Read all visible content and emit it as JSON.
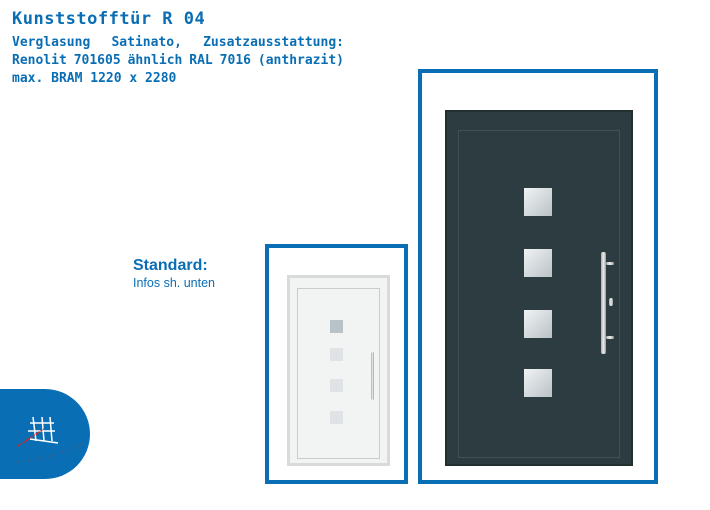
{
  "title": "Kunststofftür R 04",
  "lines": [
    [
      "Verglasung",
      "Satinato,",
      "Zusatzausstattung:"
    ],
    [
      "Renolit",
      "701605",
      "ähnlich",
      "RAL",
      "7016",
      "(anthrazit)"
    ],
    [
      "max. BRAM 1220 x 2280"
    ]
  ],
  "standard": {
    "label": "Standard:",
    "info": "Infos sh. unten"
  },
  "colors": {
    "brand": "#0a6eb4",
    "door_anthracite": "#2c3c40"
  }
}
